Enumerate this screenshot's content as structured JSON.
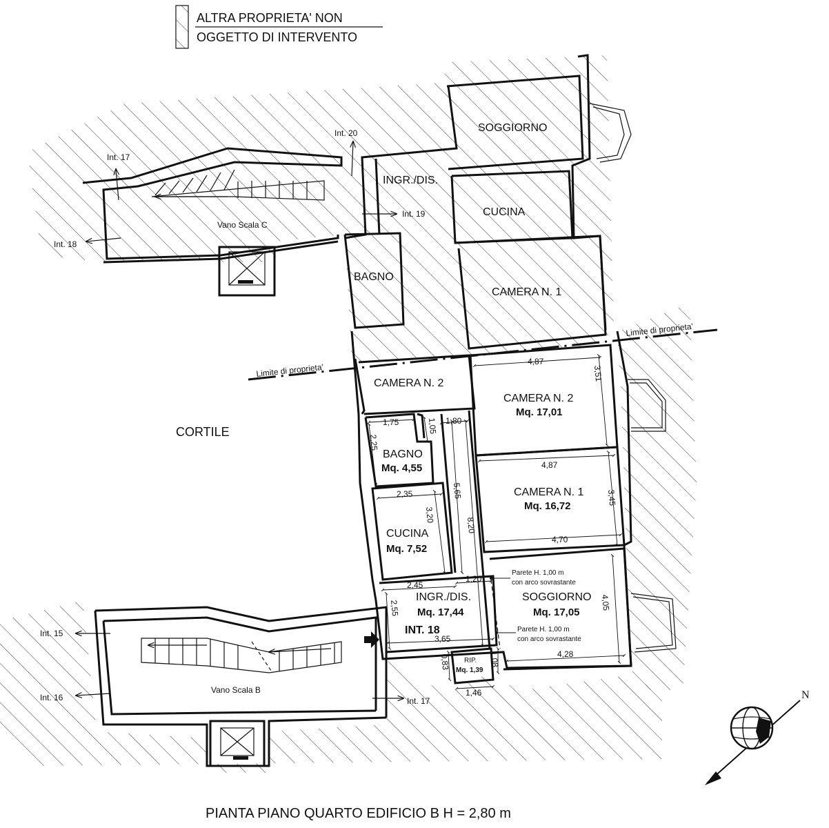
{
  "legend": {
    "line1": "ALTRA PROPRIETA' NON",
    "line2": "OGGETTO DI INTERVENTO"
  },
  "title": "PIANTA PIANO QUARTO EDIFICIO B H = 2,80 m",
  "north": "N",
  "yard": "CORTILE",
  "property_limit": "Limite di proprieta'",
  "other_property_rooms": {
    "soggiorno": "SOGGIORNO",
    "ingr_dis": "INGR./DIS.",
    "cucina": "CUCINA",
    "bagno": "BAGNO",
    "camera1": "CAMERA N. 1",
    "camera2": "CAMERA N. 2"
  },
  "stair_c": {
    "label": "Vano Scala C",
    "int17": "Int. 17",
    "int18": "Int. 18",
    "int19": "Int. 19",
    "int20": "Int. 20"
  },
  "stair_b": {
    "label": "Vano Scala B",
    "int15": "Int. 15",
    "int16": "Int. 16",
    "int17": "Int. 17"
  },
  "unit": {
    "name": "INT. 18",
    "rooms": {
      "camera2": {
        "name": "CAMERA N. 2",
        "area": "Mq. 17,01"
      },
      "camera1": {
        "name": "CAMERA N. 1",
        "area": "Mq. 16,72"
      },
      "bagno": {
        "name": "BAGNO",
        "area": "Mq. 4,55"
      },
      "cucina": {
        "name": "CUCINA",
        "area": "Mq. 7,52"
      },
      "ingr": {
        "name": "INGR./DIS.",
        "area": "Mq. 17,44"
      },
      "soggiorno": {
        "name": "SOGGIORNO",
        "area": "Mq. 17,05"
      },
      "rip": {
        "name": "RIP.",
        "area": "Mq. 1,39"
      }
    },
    "dimensions": {
      "cam2_w": "4,87",
      "cam2_h": "3,51",
      "cam1_w_top": "4,87",
      "cam1_w_bot": "4,70",
      "cam1_h": "3,45",
      "bagno_w": "1,75",
      "bagno_h": "2,25",
      "corr_a": "1,05",
      "corr_b": "1,80",
      "cucina_w": "2,35",
      "cucina_h": "3,20",
      "corr_len": "5,65",
      "corr_total": "8,20",
      "corr_w": "1,20",
      "ingr_w": "2,45",
      "ingr_h": "2,55",
      "ingr_bottom": "3,65",
      "sogg_h": "4,05",
      "sogg_w": "4,28",
      "rip_w": "1,46",
      "rip_h_left": "0,83",
      "rip_h_right": "1,08"
    },
    "notes": {
      "wall1a": "Parete H. 1,00 m",
      "wall1b": "con arco sovrastante",
      "wall2a": "Parete H. 1,00 m",
      "wall2b": "con arco sovrastante"
    }
  }
}
